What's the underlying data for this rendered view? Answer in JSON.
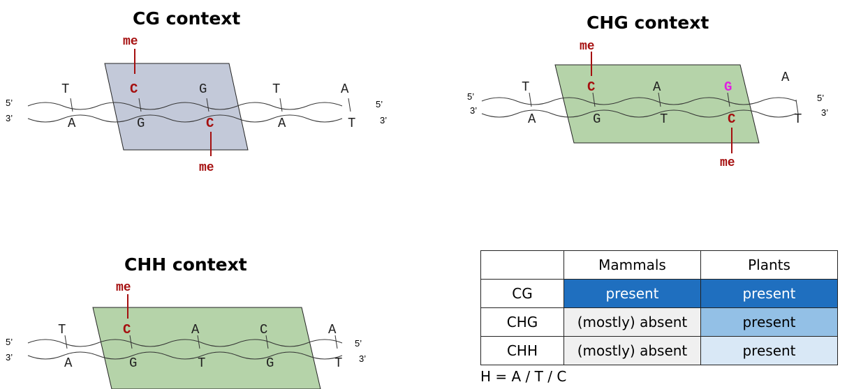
{
  "panels": [
    {
      "title": "CG context",
      "fill": "#c3c9d9",
      "top": [
        "T",
        "C",
        "G",
        "T",
        "A"
      ],
      "bottom": [
        "A",
        "G",
        "C",
        "A",
        "T"
      ],
      "top_ends": [
        "5’",
        "5’"
      ],
      "bottom_ends": [
        "3’",
        "3’"
      ],
      "methyl_label": "me"
    },
    {
      "title": "CHG context",
      "fill": "#b5d3a9",
      "top": [
        "T",
        "C",
        "A",
        "G"
      ],
      "extra_top": "A",
      "bottom": [
        "A",
        "G",
        "T",
        "C",
        "T"
      ],
      "top_ends": [
        "5’",
        "5’"
      ],
      "bottom_ends": [
        "3’",
        "3’"
      ],
      "methyl_label": "me"
    },
    {
      "title": "CHH context",
      "fill": "#b5d3a9",
      "top": [
        "T",
        "C",
        "A",
        "C",
        "A"
      ],
      "bottom": [
        "A",
        "G",
        "T",
        "G",
        "T"
      ],
      "top_ends": [
        "5’",
        "5’"
      ],
      "bottom_ends": [
        "3’",
        "3’"
      ],
      "methyl_label": "me"
    }
  ],
  "table": {
    "columns": [
      "Mammals",
      "Plants"
    ],
    "rows": [
      {
        "label": "CG",
        "cells": [
          {
            "text": "present",
            "bg": "#1f6fbf",
            "color": "#ffffff"
          },
          {
            "text": "present",
            "bg": "#1f6fbf",
            "color": "#ffffff"
          }
        ]
      },
      {
        "label": "CHG",
        "cells": [
          {
            "text": "(mostly) absent",
            "bg": "#f0f0f0",
            "color": "#000000"
          },
          {
            "text": "present",
            "bg": "#93c0e6",
            "color": "#000000"
          }
        ]
      },
      {
        "label": "CHH",
        "cells": [
          {
            "text": "(mostly) absent",
            "bg": "#f0f0f0",
            "color": "#000000"
          },
          {
            "text": "present",
            "bg": "#d9e8f6",
            "color": "#000000"
          }
        ]
      }
    ]
  },
  "note": "H = A / T / C"
}
